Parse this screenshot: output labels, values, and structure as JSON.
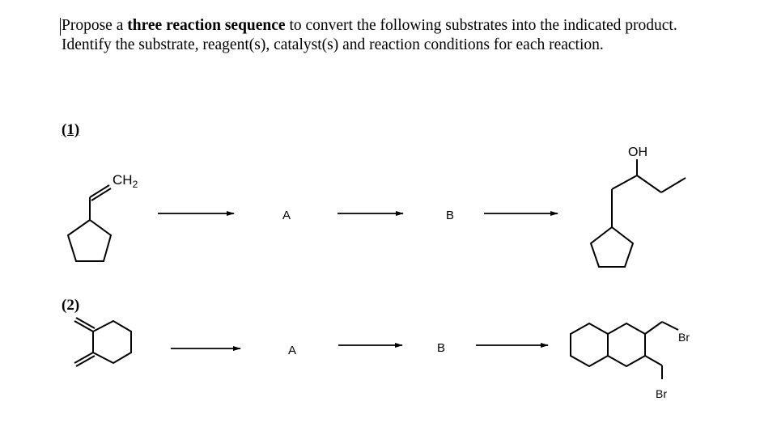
{
  "question": {
    "part1": "Propose a ",
    "bold": "three reaction sequence",
    "part2": " to convert the following substrates into the indicated product. Identify the substrate, reagent(s), catalyst(s) and reaction conditions for each reaction."
  },
  "problems": [
    {
      "label": "(1)",
      "substrate_group": "CH",
      "substrate_subscript": "2",
      "intermediate_a": "A",
      "intermediate_b": "B",
      "product_group": "OH"
    },
    {
      "label": "(2)",
      "intermediate_a": "A",
      "intermediate_b": "B",
      "product_halogen_1": "Br",
      "product_halogen_2": "Br"
    }
  ]
}
